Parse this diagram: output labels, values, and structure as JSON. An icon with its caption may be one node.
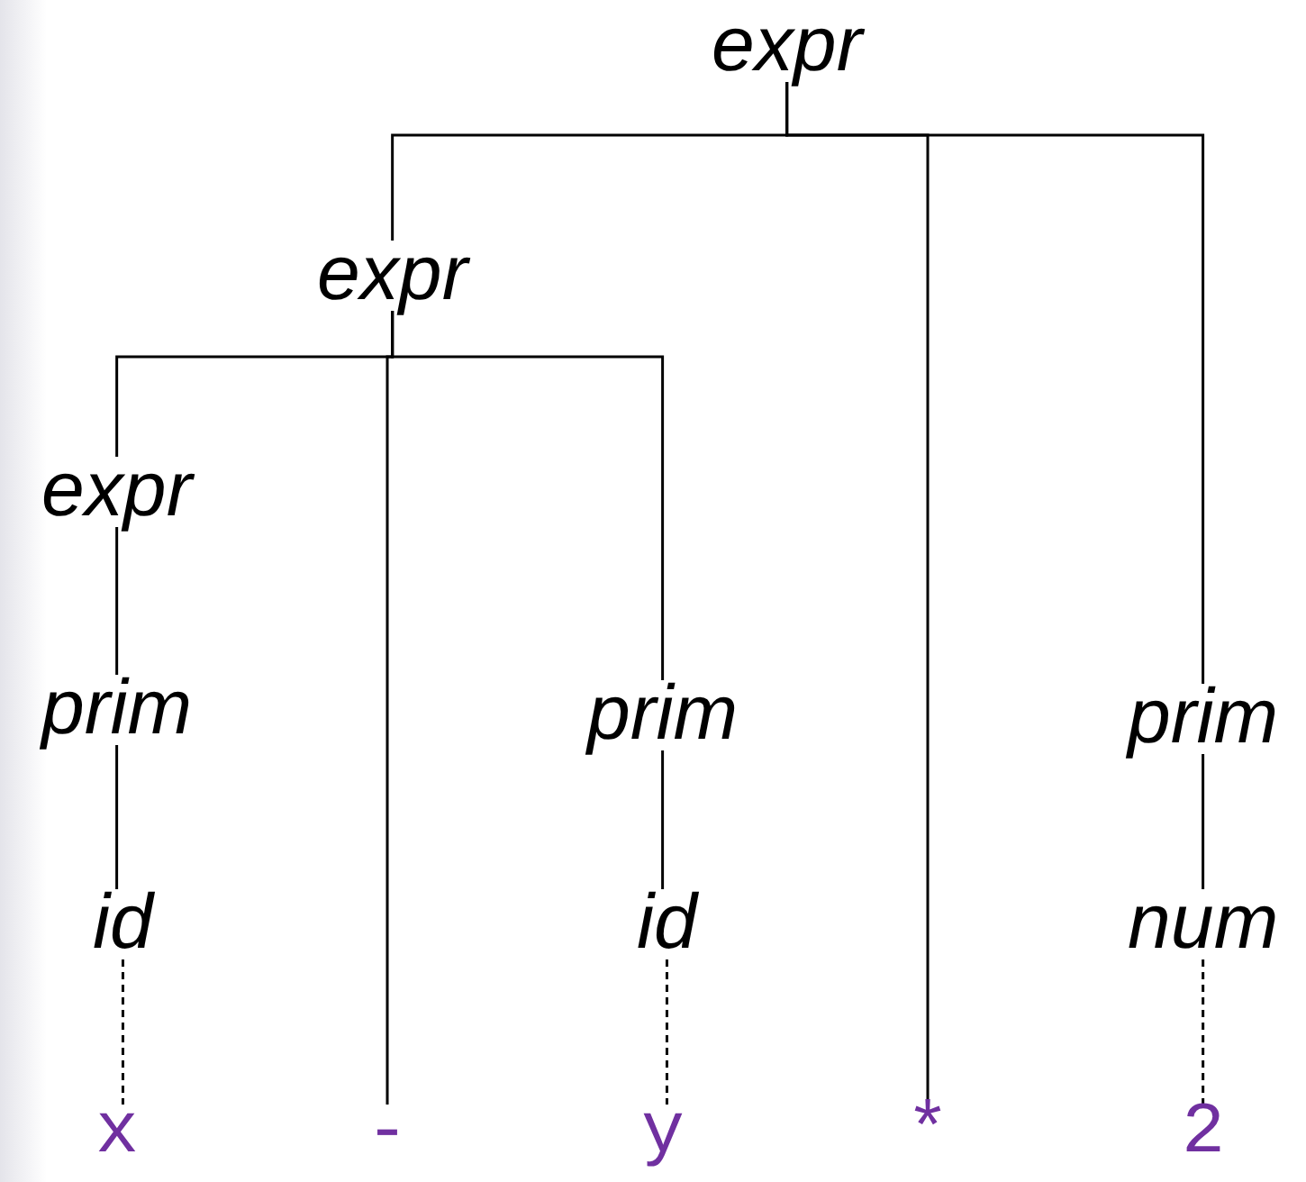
{
  "diagram": {
    "nodes": [
      {
        "text": [
          "expr"
        ]
      },
      {
        "text": [
          "expr"
        ]
      },
      {
        "text": [
          "expr"
        ]
      },
      {
        "text": [
          "prim"
        ]
      },
      {
        "text": [
          "prim"
        ]
      },
      {
        "text": [
          "prim"
        ]
      },
      {
        "text": [
          "id"
        ]
      },
      {
        "text": [
          "id"
        ]
      },
      {
        "text": [
          "num"
        ]
      },
      {
        "text": [
          "x"
        ]
      },
      {
        "text": [
          "-"
        ]
      },
      {
        "text": [
          "y"
        ]
      },
      {
        "text": [
          "*"
        ]
      },
      {
        "text": [
          "2"
        ]
      }
    ],
    "edges": [
      {
        "from": 0,
        "to": 1,
        "arrow": "none"
      },
      {
        "from": 0,
        "to": 12,
        "arrow": "none"
      },
      {
        "from": 0,
        "to": 5,
        "arrow": "none"
      },
      {
        "from": 1,
        "to": 2,
        "arrow": "none"
      },
      {
        "from": 1,
        "to": 10,
        "arrow": "none"
      },
      {
        "from": 1,
        "to": 4,
        "arrow": "none"
      },
      {
        "from": 2,
        "to": 3,
        "arrow": "none"
      },
      {
        "from": 3,
        "to": 6,
        "arrow": "none"
      },
      {
        "from": 4,
        "to": 7,
        "arrow": "none"
      },
      {
        "from": 5,
        "to": 8,
        "arrow": "none"
      },
      {
        "from": 6,
        "to": 9,
        "arrow": "none",
        "style": "dashed"
      },
      {
        "from": 7,
        "to": 11,
        "arrow": "none",
        "style": "dashed"
      },
      {
        "from": 8,
        "to": 13,
        "arrow": "none",
        "style": "dashed"
      }
    ]
  }
}
